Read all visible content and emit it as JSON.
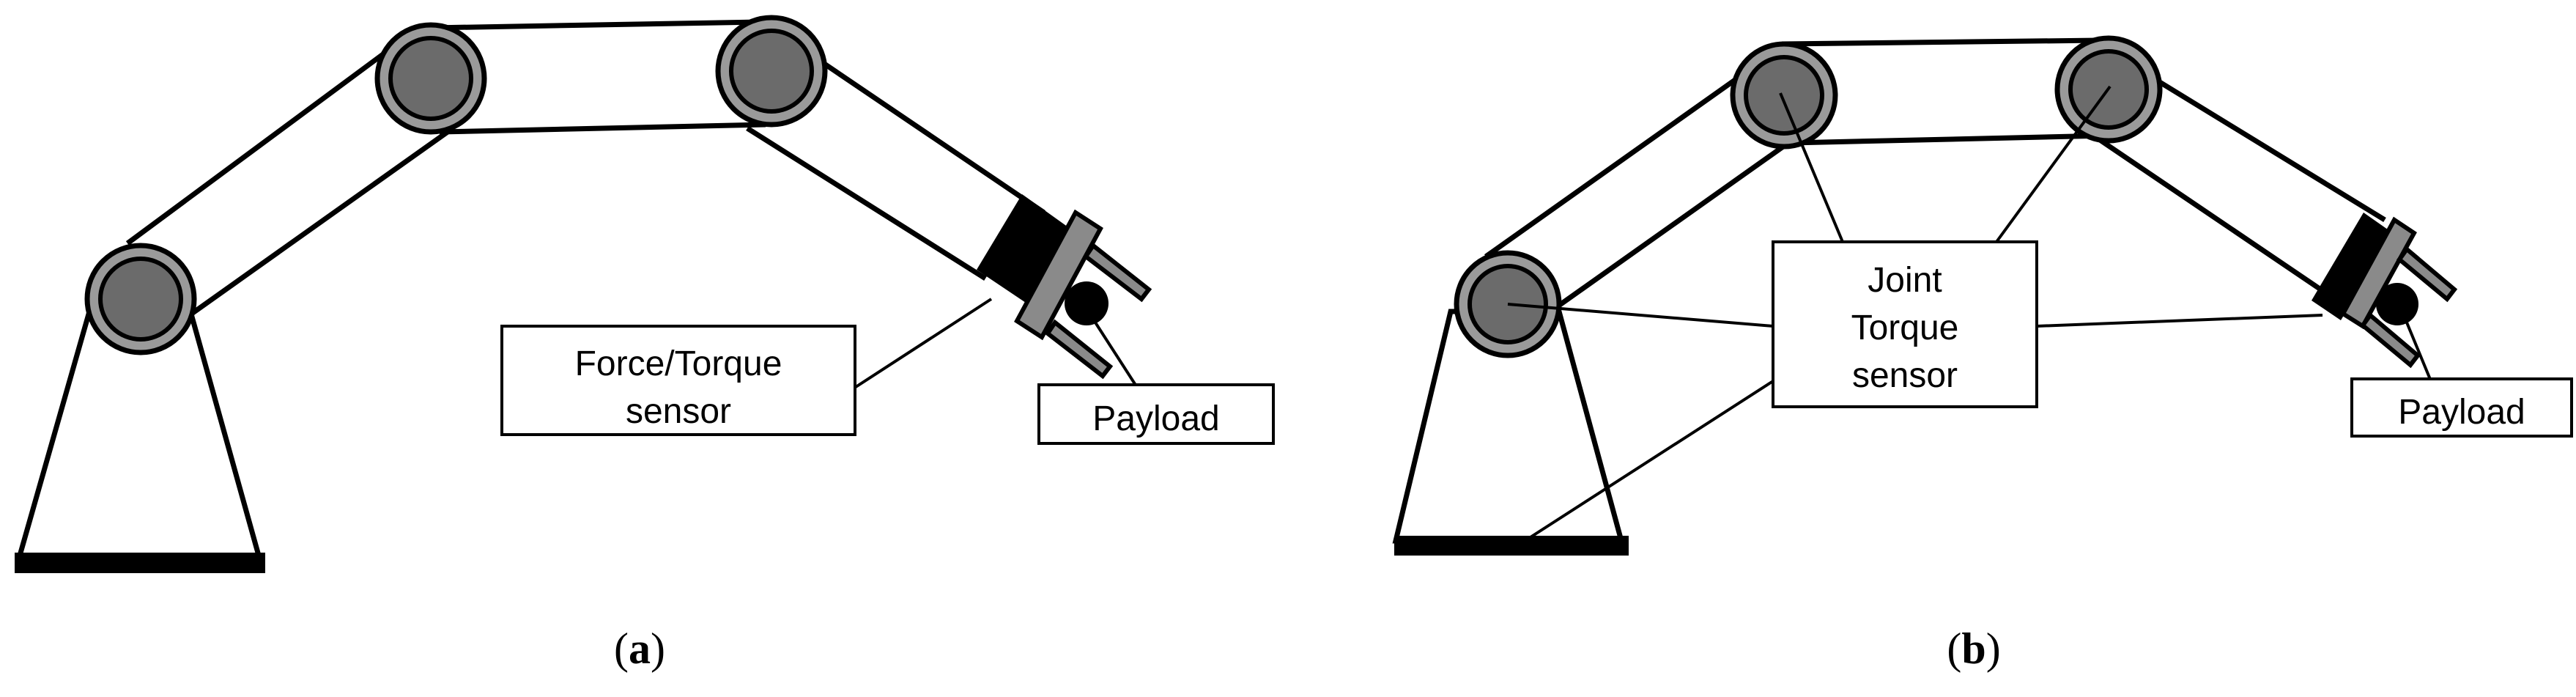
{
  "panel_a": {
    "caption_open": "(",
    "caption_letter": "a",
    "caption_close": ")",
    "force_sensor_label_line1": "Force/Torque",
    "force_sensor_label_line2": "sensor",
    "payload_label": "Payload"
  },
  "panel_b": {
    "caption_open": "(",
    "caption_letter": "b",
    "caption_close": ")",
    "joint_sensor_label_line1": "Joint",
    "joint_sensor_label_line2": "Torque",
    "joint_sensor_label_line3": "sensor",
    "payload_label": "Payload"
  },
  "colors": {
    "joint_fill": "#6b6b6b",
    "joint_ring": "#9a9a9a",
    "flange": "#8a8a8a",
    "ink": "#000000"
  }
}
